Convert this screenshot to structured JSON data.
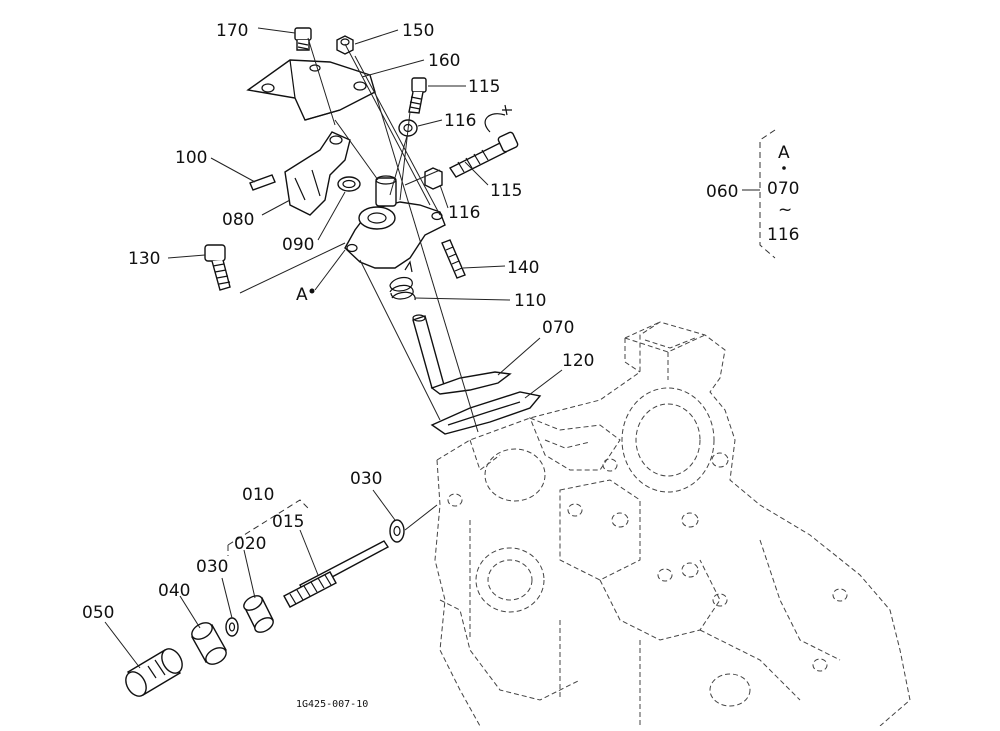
{
  "diagram": {
    "labels": {
      "p170": "170",
      "p150": "150",
      "p160": "160",
      "p115a": "115",
      "p116a": "116",
      "p115b": "115",
      "p116b": "116",
      "p100": "100",
      "p080": "080",
      "p090": "090",
      "p130": "130",
      "p140": "140",
      "pA": "A",
      "p110": "110",
      "p070": "070",
      "p120": "120",
      "p010": "010",
      "p030a": "030",
      "p015": "015",
      "p020": "020",
      "p030b": "030",
      "p040": "040",
      "p050": "050",
      "p060": "060"
    },
    "legend": {
      "top": "A",
      "mid": "070",
      "tilde": "~",
      "bottom": "116"
    },
    "figure_code": "1G425-007-10"
  }
}
